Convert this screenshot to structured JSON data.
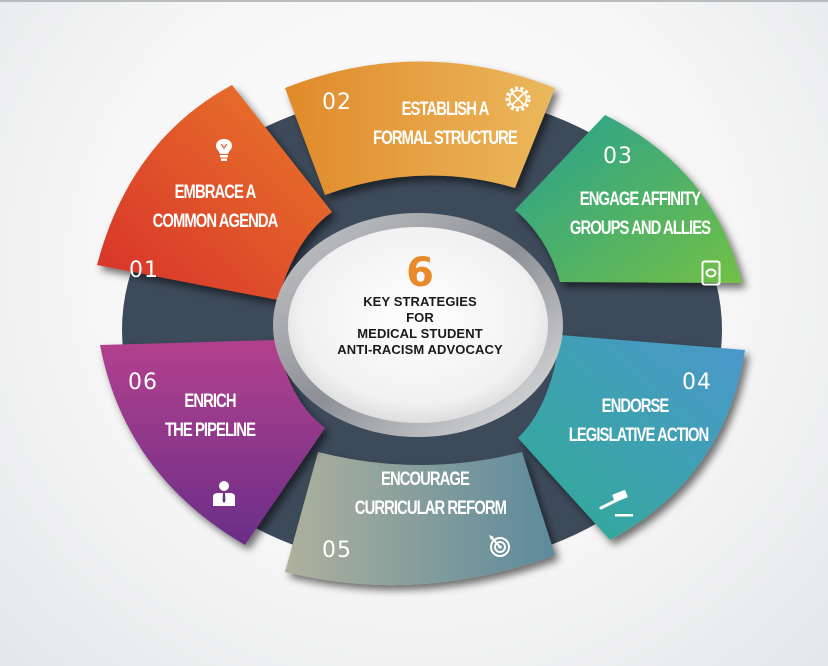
{
  "center": {
    "number": "6",
    "lines": [
      "KEY STRATEGIES",
      "FOR",
      "MEDICAL STUDENT",
      "ANTI-RACISM ADVOCACY"
    ],
    "number_color": "#e8892a"
  },
  "segments": [
    {
      "number": "01",
      "line1": "EMBRACE A",
      "line2": "COMMON AGENDA",
      "icon": "lightbulb-icon",
      "color_start": "#d8322a",
      "color_end": "#e8722a"
    },
    {
      "number": "02",
      "line1": "ESTABLISH A",
      "line2": "FORMAL STRUCTURE",
      "icon": "gear-icon",
      "color_start": "#e28f2c",
      "color_end": "#eab558"
    },
    {
      "number": "03",
      "line1": "ENGAGE AFFINITY",
      "line2": "GROUPS AND ALLIES",
      "icon": "tablet-icon",
      "color_start": "#2a9f8e",
      "color_end": "#6cbf4a"
    },
    {
      "number": "04",
      "line1": "ENDORSE",
      "line2": "LEGISLATIVE ACTION",
      "icon": "gavel-icon",
      "color_start": "#4a9ec8",
      "color_end": "#34a89a"
    },
    {
      "number": "05",
      "line1": "ENCOURAGE",
      "line2": "CURRICULAR REFORM",
      "icon": "target-icon",
      "color_start": "#a9ad9a",
      "color_end": "#5f8c9c"
    },
    {
      "number": "06",
      "line1": "ENRICH",
      "line2": "THE PIPELINE",
      "icon": "businessman-icon",
      "color_start": "#b0408f",
      "color_end": "#6e2f88"
    }
  ],
  "ring_color": "#3d4a5a"
}
